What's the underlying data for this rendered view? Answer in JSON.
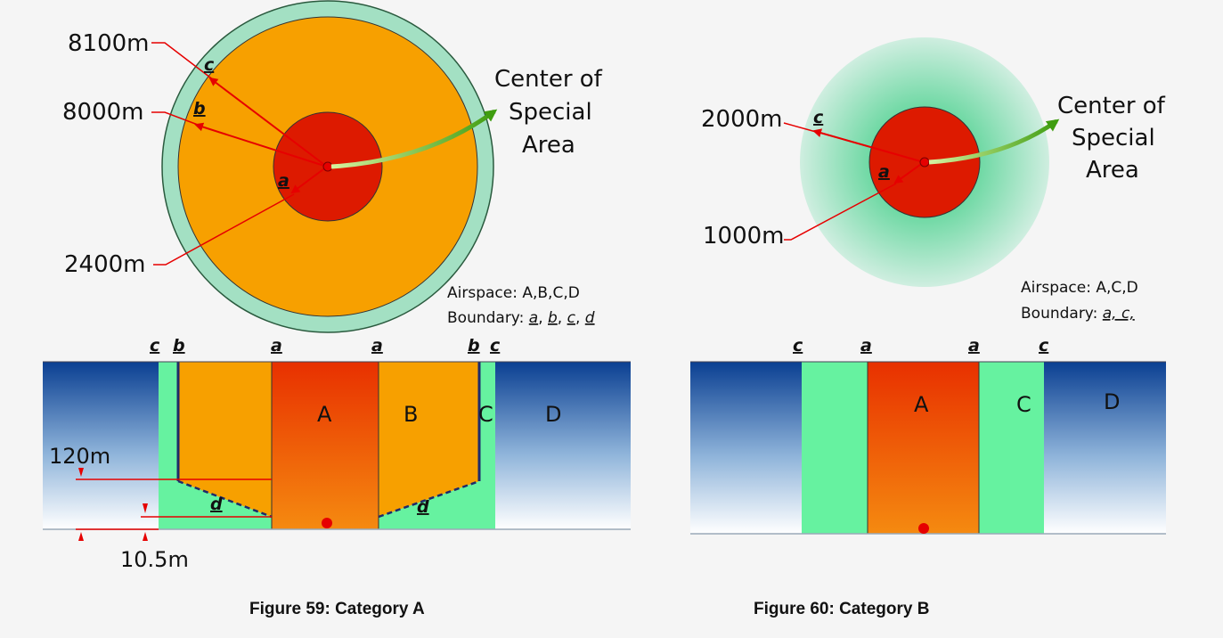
{
  "figure59": {
    "caption": "Figure 59: Category A",
    "distances": {
      "r_outer": "8100m",
      "r_mid": "8000m",
      "r_inner": "2400m",
      "h_upper": "120m",
      "h_lower": "10.5m"
    },
    "center_label": {
      "line1": "Center of",
      "line2": "Special",
      "line3": "Area"
    },
    "airspace_text": "Airspace: A,B,C,D",
    "boundary_prefix": "Boundary: ",
    "boundary_items": [
      "a",
      "b",
      "c",
      "d"
    ],
    "plan_boundary_labels": {
      "c": "c",
      "b": "b",
      "a": "a"
    },
    "section_top_labels": [
      "c",
      "b",
      "a",
      "a",
      "b",
      "c"
    ],
    "region_labels": [
      "A",
      "B",
      "C",
      "D"
    ],
    "d_labels": [
      "d",
      "d"
    ]
  },
  "figure60": {
    "caption": "Figure 60: Category B",
    "distances": {
      "r_outer": "2000m",
      "r_inner": "1000m"
    },
    "center_label": {
      "line1": "Center of",
      "line2": "Special",
      "line3": "Area"
    },
    "airspace_text": "Airspace: A,C,D",
    "boundary_prefix": "Boundary: ",
    "boundary_text": "a, c,",
    "plan_boundary_labels": {
      "c": "c",
      "a": "a"
    },
    "section_top_labels": [
      "c",
      "a",
      "a",
      "c"
    ],
    "region_labels": [
      "A",
      "C",
      "D"
    ]
  },
  "colors": {
    "orange": "#f7a000",
    "red": "#dd1a00",
    "mint": "#a3e0c3",
    "green": "#66f2a0",
    "navy": "#0a3f92",
    "arrow_red": "#e60000",
    "arrow_green": "#5aa319"
  }
}
